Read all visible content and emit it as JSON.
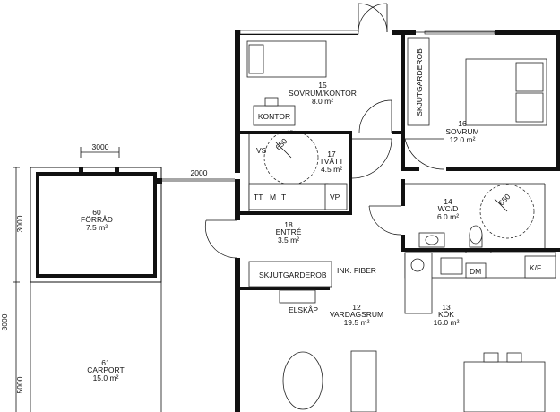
{
  "rooms": [
    {
      "id": "sovrum-kontor",
      "number": "15",
      "name": "SOVRUM/KONTOR",
      "area": "8.0 m²"
    },
    {
      "id": "sovrum",
      "number": "16",
      "name": "SOVRUM",
      "area": "12.0 m²"
    },
    {
      "id": "tvatt",
      "number": "17",
      "name": "TVÄTT",
      "area": "4.5 m²"
    },
    {
      "id": "wcd",
      "number": "14",
      "name": "WC/D",
      "area": "6.0 m²"
    },
    {
      "id": "forrad",
      "number": "60",
      "name": "FÖRRÅD",
      "area": "7.5 m²"
    },
    {
      "id": "entre",
      "number": "18",
      "name": "ENTRÉ",
      "area": "3.5 m²"
    },
    {
      "id": "vardagsrum",
      "number": "12",
      "name": "VARDAGSRUM",
      "area": "19.5 m²"
    },
    {
      "id": "kok",
      "number": "13",
      "name": "KÖK",
      "area": "16.0 m²"
    },
    {
      "id": "carport",
      "number": "61",
      "name": "CARPORT",
      "area": "15.0 m²"
    }
  ],
  "labels": {
    "kontor": "KONTOR",
    "vs": "VS",
    "circle_650_a": "650",
    "circle_650_b": "650",
    "tt": "TT",
    "m": "M",
    "t": "T",
    "vp": "VP",
    "skjutgarderob_top": "SKJUTGARDEROB",
    "skjutgarderob_entre": "SKJUTGARDEROB",
    "ink_fiber": "INK. FIBER",
    "elskap": "ELSKÅP",
    "dm": "DM",
    "kf": "K/F"
  },
  "dimensions": {
    "forrad_width": "3000",
    "gap": "2000",
    "forrad_height": "3000",
    "total_height": "8000",
    "carport_height": "5000"
  }
}
